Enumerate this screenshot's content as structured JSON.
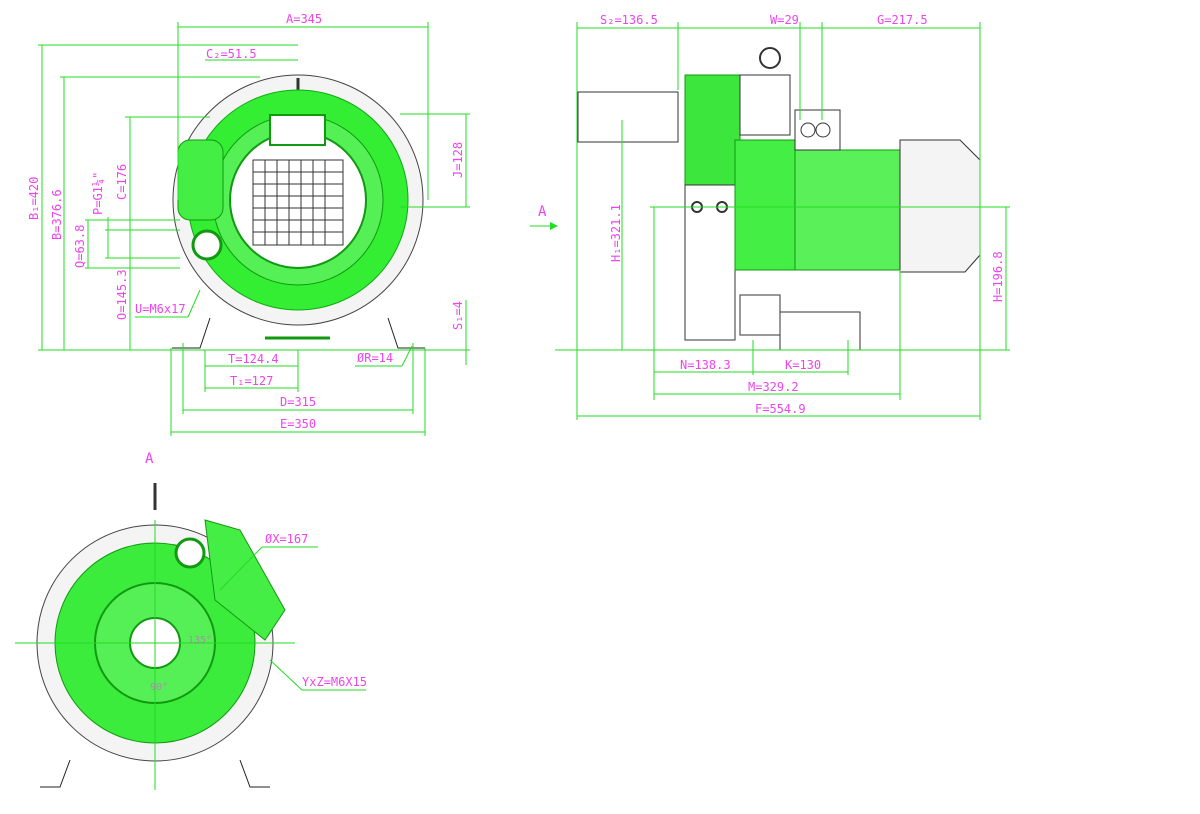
{
  "drawing": {
    "colors": {
      "geometry": "#22dd22",
      "dimension_text": "#ee44ee",
      "outline": "#222222",
      "background": "#ffffff"
    },
    "front_view": {
      "dimensions": {
        "A": "A=345",
        "C2": "C₂=51.5",
        "B1": "B₁=420",
        "B": "B=376.6",
        "P": "P=G1¼\"",
        "C": "C=176",
        "Q": "Q=63.8",
        "O": "O=145.3",
        "U": "U=M6x17",
        "J": "J=128",
        "S1": "S₁=4",
        "T": "T=124.4",
        "T1": "T₁=127",
        "R": "ØR=14",
        "D": "D=315",
        "E": "E=350"
      }
    },
    "side_view": {
      "view_marker": "A",
      "dimensions": {
        "S2": "S₂=136.5",
        "W": "W=29",
        "G": "G=217.5",
        "H1": "H₁=321.1",
        "H": "H=196.8",
        "N": "N=138.3",
        "K": "K=130",
        "M": "M=329.2",
        "F": "F=554.9"
      }
    },
    "rear_view": {
      "title": "A",
      "dimensions": {
        "X": "ØX=167",
        "YZ": "YxZ=M6X15"
      },
      "angles": {
        "a1": "135°",
        "a2": "90°"
      }
    }
  }
}
